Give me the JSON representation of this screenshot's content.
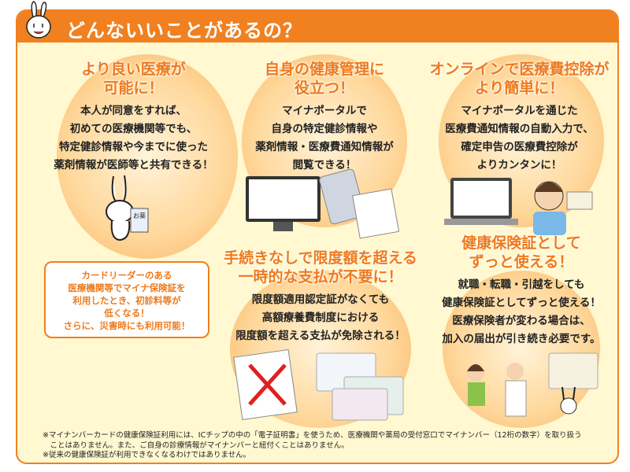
{
  "header": {
    "title": "どんないいことがあるの？"
  },
  "sections": [
    {
      "heading": [
        "より良い医療が",
        "可能に！"
      ],
      "body": [
        "本人が同意をすれば、",
        "初めての医療機関等でも、",
        "特定健診情報や今までに使った",
        "薬剤情報が医師等と共有できる！"
      ]
    },
    {
      "heading": [
        "自身の健康管理に",
        "役立つ！"
      ],
      "body": [
        "マイナポータルで",
        "自身の特定健診情報や",
        "薬剤情報・医療費通知情報が",
        "閲覧できる！"
      ]
    },
    {
      "heading": [
        "オンラインで医療費控除が",
        "より簡単に！"
      ],
      "body": [
        "マイナポータルを通じた",
        "医療費通知情報の自動入力で、",
        "確定申告の医療費控除が",
        "よりカンタンに！"
      ]
    },
    {
      "heading": [
        "手続きなしで限度額を超える",
        "一時的な支払が不要に！"
      ],
      "body": [
        "限度額適用認定証がなくても",
        "高額療養費制度における",
        "限度額を超える支払が免除される！"
      ]
    },
    {
      "heading": [
        "健康保険証として",
        "ずっと使える！"
      ],
      "body": [
        "就職・転職・引越をしても",
        "健康保険証としてずっと使える！",
        "医療保険者が変わる場合は、",
        "加入の届出が引き続き必要です。"
      ]
    }
  ],
  "bubble": [
    "カードリーダーのある",
    "医療機関等でマイナ保険証を",
    "利用したとき、初診料等が",
    "低くなる！",
    "さらに、災害時にも利用可能！"
  ],
  "card_label": "お薬",
  "notes": [
    "※マイナンバーカードの健康保険証利用には、ICチップの中の「電子証明書」を使うため、医療機関や薬局の受付窓口でマイナンバー（12桁の数字）を取り扱う",
    "　ことはありません。また、ご自身の診療情報がマイナンバーと紐付くことはありません。",
    "※従来の健康保険証が利用できなくなるわけではありません。"
  ],
  "colors": {
    "accent": "#f08020",
    "background": "#fff8d0",
    "heading": "#ee7a1c"
  }
}
